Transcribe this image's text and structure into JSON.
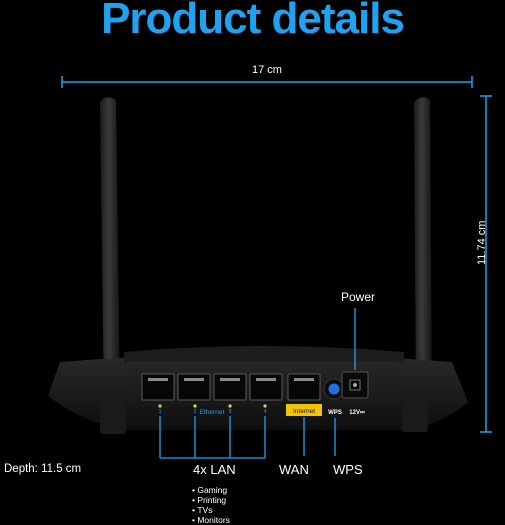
{
  "title": "Product details",
  "dimensions": {
    "width": "17 cm",
    "height": "11.74 cm",
    "depth": "Depth: 11.5 cm"
  },
  "callouts": {
    "power": "Power",
    "lan": "4x LAN",
    "wan": "WAN",
    "wps": "WPS"
  },
  "lan_uses": [
    "Gaming",
    "Printing",
    "TVs",
    "Monitors"
  ],
  "port_labels": {
    "ethernet": "Ethernet",
    "internet": "Internet",
    "wps": "WPS",
    "power": "12V⎓",
    "lan_numbers": [
      "1",
      "2",
      "3",
      "4"
    ]
  },
  "colors": {
    "accent": "#1ea2f2",
    "internet_port": "#f5c400",
    "wps_button": "#1e6fe0",
    "led": "#c6e23a"
  }
}
